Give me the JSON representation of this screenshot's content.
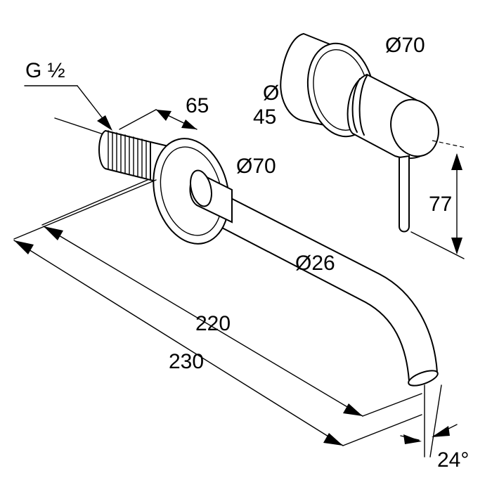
{
  "labels": {
    "thread": "G ½",
    "thread_len": "65",
    "rosette_dia_spout": "Ø70",
    "rosette_dia_mixer": "Ø70",
    "body_dia_top": "Ø",
    "body_dia_bottom": "45",
    "spout_dia": "Ø26",
    "height": "77",
    "proj_inner": "220",
    "proj_outer": "230",
    "angle": "24°"
  }
}
